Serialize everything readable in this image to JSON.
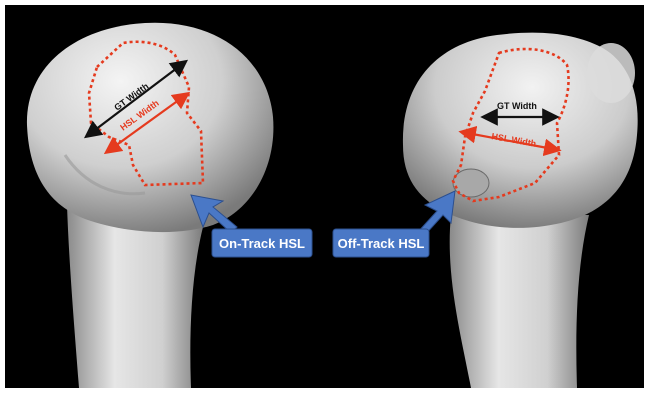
{
  "figure": {
    "background": "#000000",
    "left_panel": {
      "measure_gt": "GT Width",
      "measure_hsl": "HSL Width",
      "callout": "On-Track HSL"
    },
    "right_panel": {
      "measure_gt": "GT Width",
      "measure_hsl": "HSL Width",
      "callout": "Off-Track HSL"
    },
    "colors": {
      "bone": "#d8d8d8",
      "lesion_outline": "#e53a1e",
      "gt_arrow": "#111111",
      "hsl_arrow": "#e53a1e",
      "callout_fill": "#4a78c6"
    }
  }
}
